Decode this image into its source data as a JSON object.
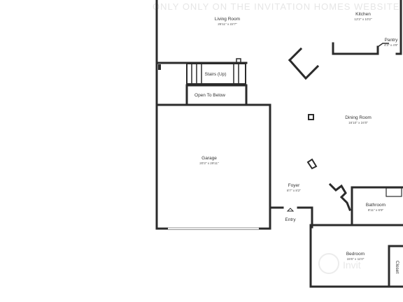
{
  "watermark": "ONLY ONLY ON THE INVITATION HOMES WEBSITE",
  "logo_text": "Invit",
  "rooms": [
    {
      "id": "living-room",
      "name": "Living Room",
      "dims": "25'11\" x 22'7\""
    },
    {
      "id": "kitchen",
      "name": "Kitchen",
      "dims": "12'2\" x 10'2\""
    },
    {
      "id": "pantry",
      "name": "Pantry",
      "dims": "4'3\" x 4'9\""
    },
    {
      "id": "stairs",
      "name": "Stairs (Up)",
      "dims": ""
    },
    {
      "id": "open-to-below",
      "name": "Open To Below",
      "dims": ""
    },
    {
      "id": "dining-room",
      "name": "Dining Room",
      "dims": "16'10\" x 24'0\""
    },
    {
      "id": "garage",
      "name": "Garage",
      "dims": "20'3\" x 29'11\""
    },
    {
      "id": "foyer",
      "name": "Foyer",
      "dims": "8'7\" x 8'2\""
    },
    {
      "id": "bathroom",
      "name": "Bathroom",
      "dims": "8'11\" x 6'9\""
    },
    {
      "id": "entry",
      "name": "Entry",
      "dims": ""
    },
    {
      "id": "bedroom",
      "name": "Bedroom",
      "dims": "15'6\" x 11'0\""
    },
    {
      "id": "closet",
      "name": "Closet",
      "dims": ""
    }
  ]
}
